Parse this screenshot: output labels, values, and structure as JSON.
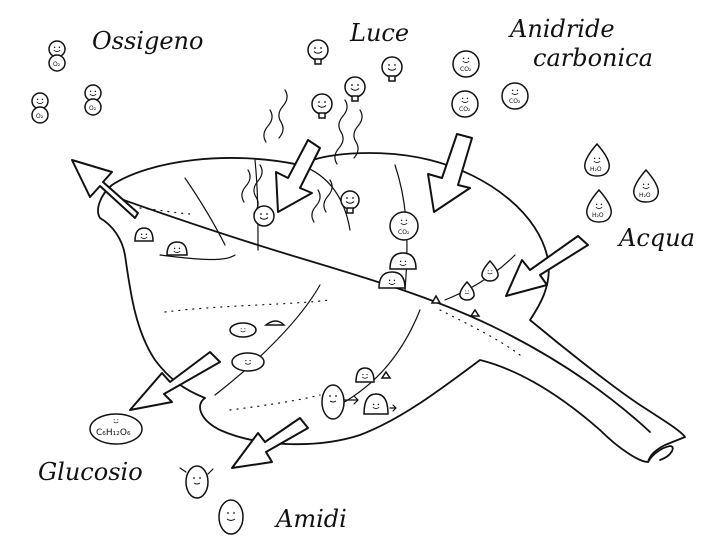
{
  "labels": {
    "oxygen": "Ossigeno",
    "light": "Luce",
    "co2_line1": "Anidride",
    "co2_line2": "carbonica",
    "water": "Acqua",
    "glucose": "Glucosio",
    "starch": "Amidi"
  },
  "molecules": {
    "o2": "O₂",
    "co2": "CO₂",
    "h2o": "H₂O",
    "glucose_formula": "C₆H₁₂O₆"
  }
}
